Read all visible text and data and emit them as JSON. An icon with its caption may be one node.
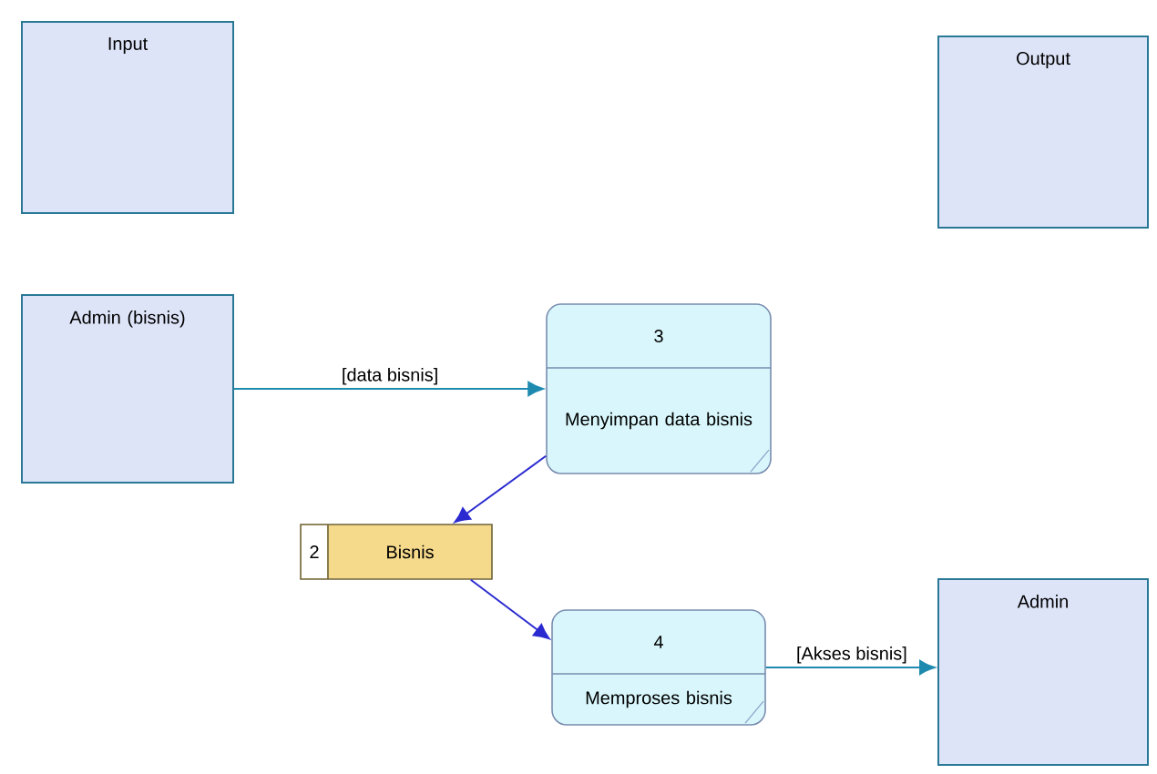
{
  "diagram": {
    "nodes": [
      {
        "text": [
          "Input"
        ]
      },
      {
        "text": [
          "Output"
        ]
      },
      {
        "text": [
          "Admin (bisnis)"
        ]
      },
      {
        "text": [
          "3",
          "Menyimpan data bisnis"
        ]
      },
      {
        "text": [
          "2",
          "Bisnis"
        ]
      },
      {
        "text": [
          "4",
          "Memproses bisnis"
        ]
      },
      {
        "text": [
          "Admin"
        ]
      }
    ],
    "edges": [
      {
        "from": 2,
        "to": 3,
        "arrow": "to",
        "label": "[data bisnis]",
        "color": "#1f8ab0"
      },
      {
        "from": 3,
        "to": 4,
        "arrow": "to",
        "color": "#2a2ad0"
      },
      {
        "from": 4,
        "to": 5,
        "arrow": "to",
        "color": "#2a2ad0"
      },
      {
        "from": 5,
        "to": 6,
        "arrow": "to",
        "label": "[Akses bisnis]",
        "color": "#1f8ab0"
      }
    ]
  }
}
